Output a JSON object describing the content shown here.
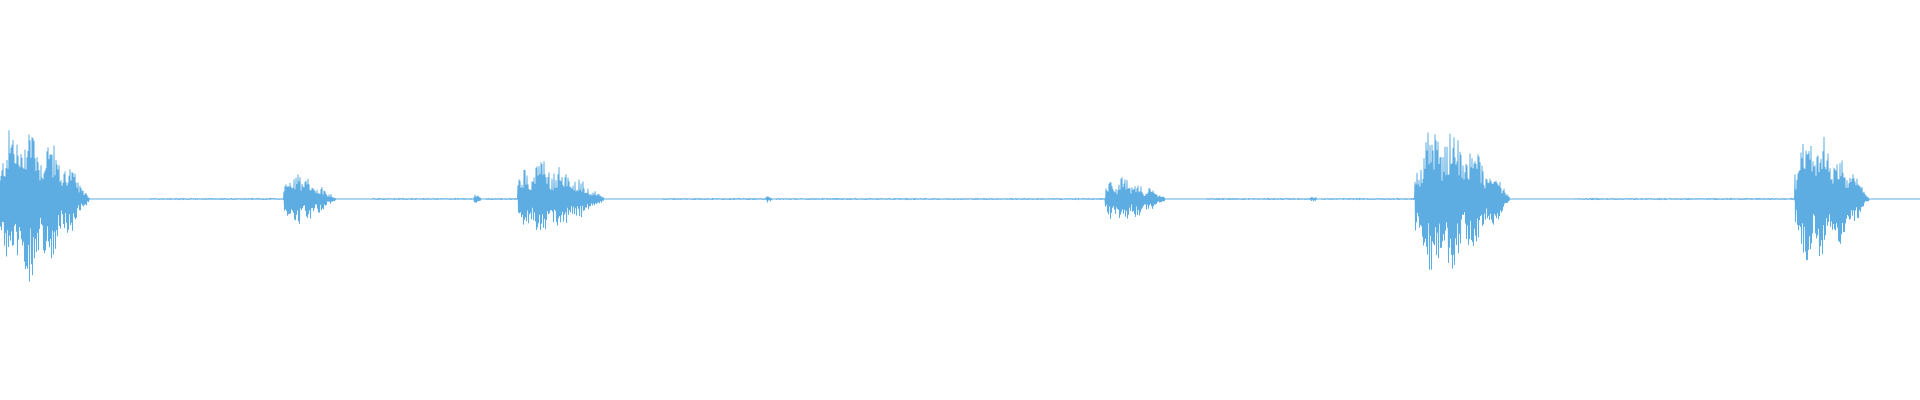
{
  "waveform": {
    "color": "#5DADE2",
    "background": "#FFFFFF",
    "bursts": [
      {
        "start": 0.0,
        "end": 0.078,
        "peak_up": 0.82,
        "peak_down": 0.85
      },
      {
        "start": 0.148,
        "end": 0.193,
        "peak_up": 0.26,
        "peak_down": 0.27
      },
      {
        "start": 0.247,
        "end": 0.253,
        "peak_up": 0.06,
        "peak_down": 0.06
      },
      {
        "start": 0.27,
        "end": 0.345,
        "peak_up": 0.4,
        "peak_down": 0.38
      },
      {
        "start": 0.399,
        "end": 0.404,
        "peak_up": 0.04,
        "peak_down": 0.04
      },
      {
        "start": 0.576,
        "end": 0.628,
        "peak_up": 0.23,
        "peak_down": 0.25
      },
      {
        "start": 0.683,
        "end": 0.688,
        "peak_up": 0.03,
        "peak_down": 0.03
      },
      {
        "start": 0.737,
        "end": 0.82,
        "peak_up": 0.78,
        "peak_down": 0.78
      },
      {
        "start": 0.935,
        "end": 1.0,
        "peak_up": 0.68,
        "peak_down": 0.67
      }
    ]
  }
}
